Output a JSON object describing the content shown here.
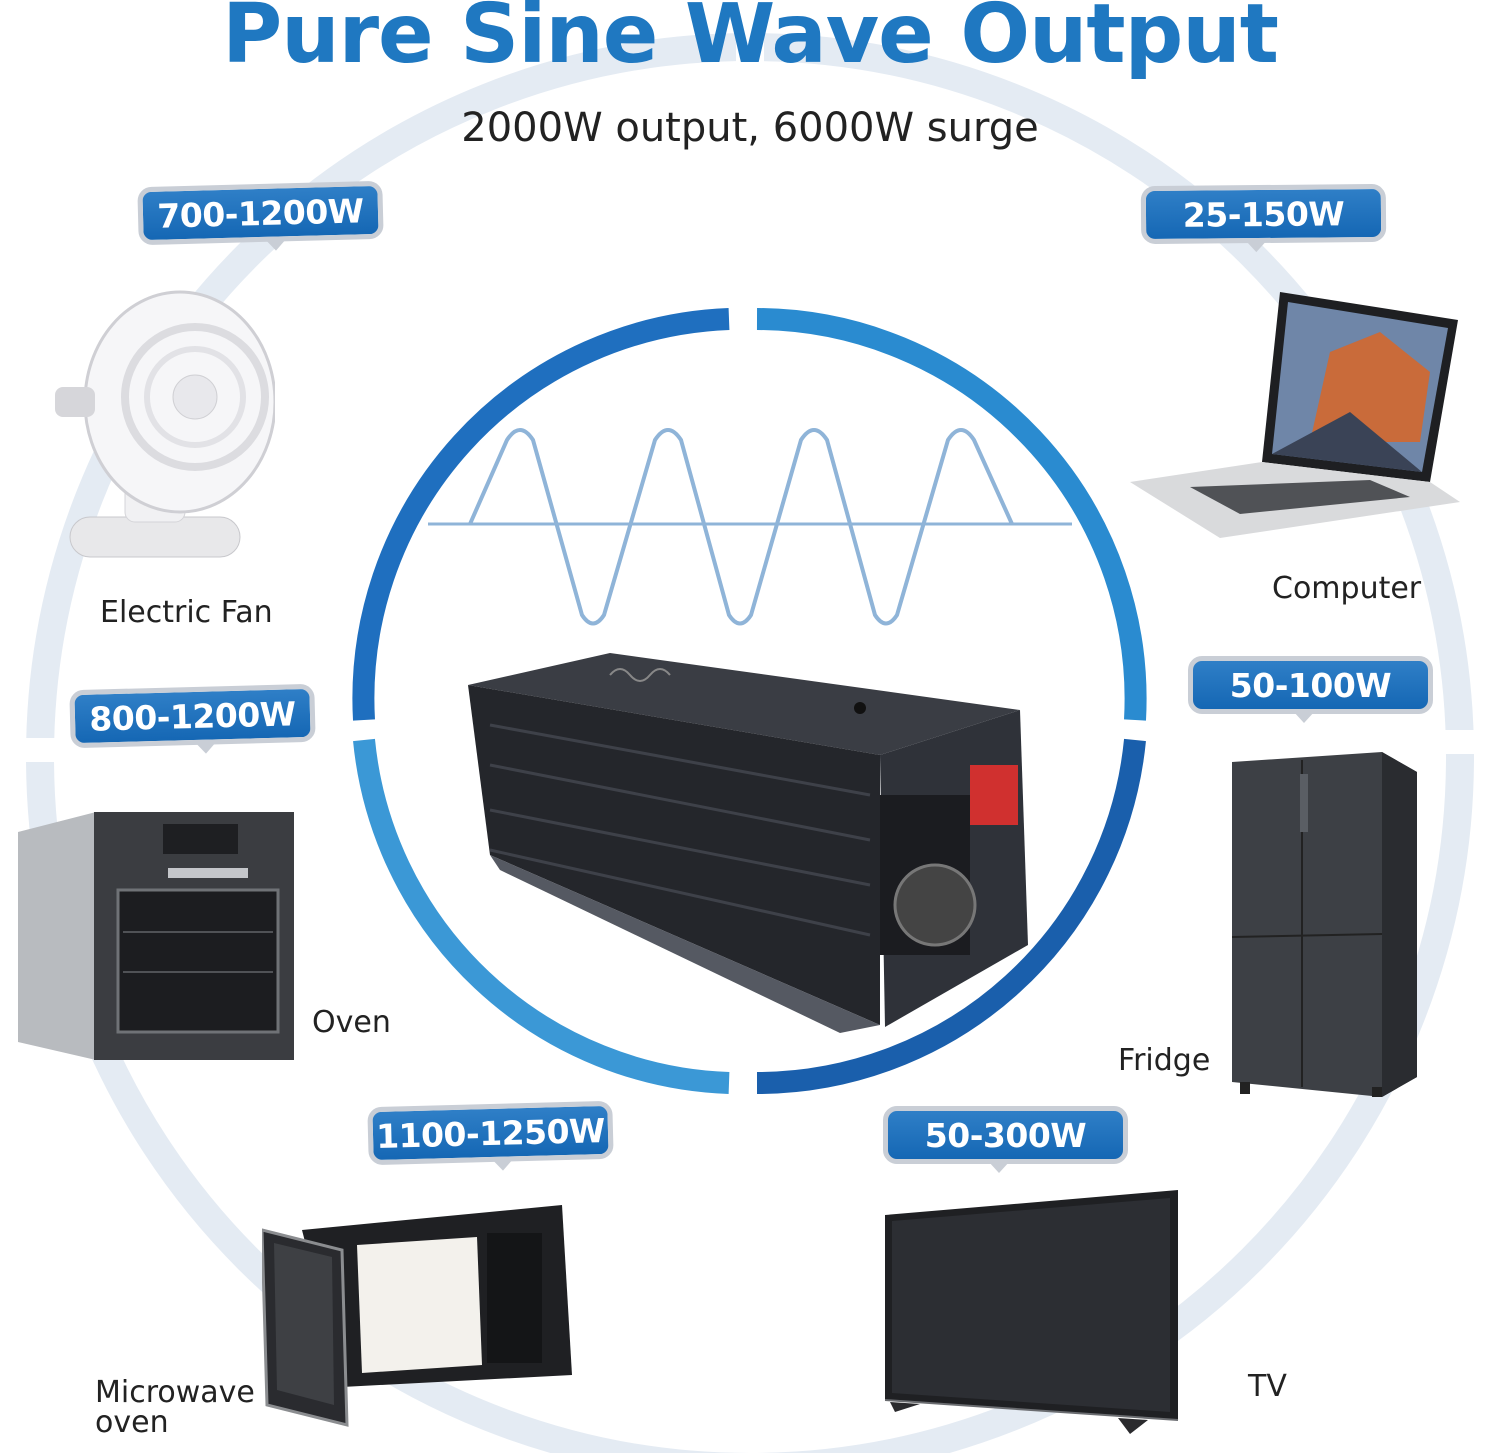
{
  "headline": "Pure Sine Wave Output",
  "subline": "2000W output, 6000W surge",
  "colors": {
    "headline_blue": "#1f78c1",
    "ring_light": "#dfe8f2",
    "ring_blue": "#1f6fbf",
    "badge_blue": "#1567b4",
    "badge_border": "#c9ced6",
    "wave": "#8fb4d8"
  },
  "appliances": [
    {
      "name": "Electric Fan",
      "power": "700-1200W",
      "icon": "electric-fan"
    },
    {
      "name": "Computer",
      "power": "25-150W",
      "icon": "laptop"
    },
    {
      "name": "Oven",
      "power": "800-1200W",
      "icon": "oven"
    },
    {
      "name": "Fridge",
      "power": "50-100W",
      "icon": "refrigerator"
    },
    {
      "name": "Microwave oven",
      "power": "1100-1250W",
      "icon": "microwave"
    },
    {
      "name": "TV",
      "power": "50-300W",
      "icon": "television"
    }
  ],
  "product": {
    "icon": "power-inverter"
  }
}
